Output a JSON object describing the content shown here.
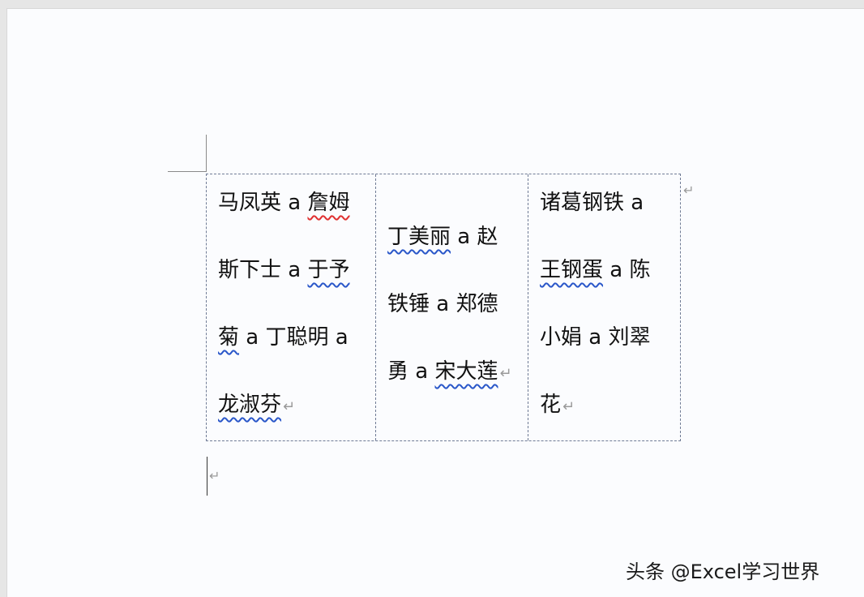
{
  "symbols": {
    "paragraph_mark": "↵"
  },
  "table": {
    "columns": [
      {
        "lines": [
          [
            {
              "text": "马凤英 a "
            },
            {
              "text": "詹姆",
              "mark": "red"
            }
          ],
          [
            {
              "text": "斯下士 a "
            },
            {
              "text": "于予",
              "mark": "blue"
            }
          ],
          [
            {
              "text": "菊",
              "mark": "blue"
            },
            {
              "text": " a 丁聪明 a"
            }
          ],
          [
            {
              "text": "龙淑芬",
              "mark": "blue"
            },
            {
              "text": "↵",
              "mark": "return"
            }
          ]
        ]
      },
      {
        "lines": [
          [
            {
              "text": "丁美丽",
              "mark": "blue"
            },
            {
              "text": " a 赵"
            }
          ],
          [
            {
              "text": "铁锤 a 郑德"
            }
          ],
          [
            {
              "text": "勇 a "
            },
            {
              "text": "宋大莲",
              "mark": "blue"
            },
            {
              "text": "↵",
              "mark": "return"
            }
          ]
        ]
      },
      {
        "lines": [
          [
            {
              "text": "诸葛钢铁 a"
            }
          ],
          [
            {
              "text": "王钢蛋",
              "mark": "blue"
            },
            {
              "text": " a 陈"
            }
          ],
          [
            {
              "text": "小娟 a 刘翠"
            }
          ],
          [
            {
              "text": "花"
            },
            {
              "text": "↵",
              "mark": "return"
            }
          ]
        ]
      }
    ]
  },
  "watermark": {
    "text": "头条 @Excel学习世界"
  }
}
